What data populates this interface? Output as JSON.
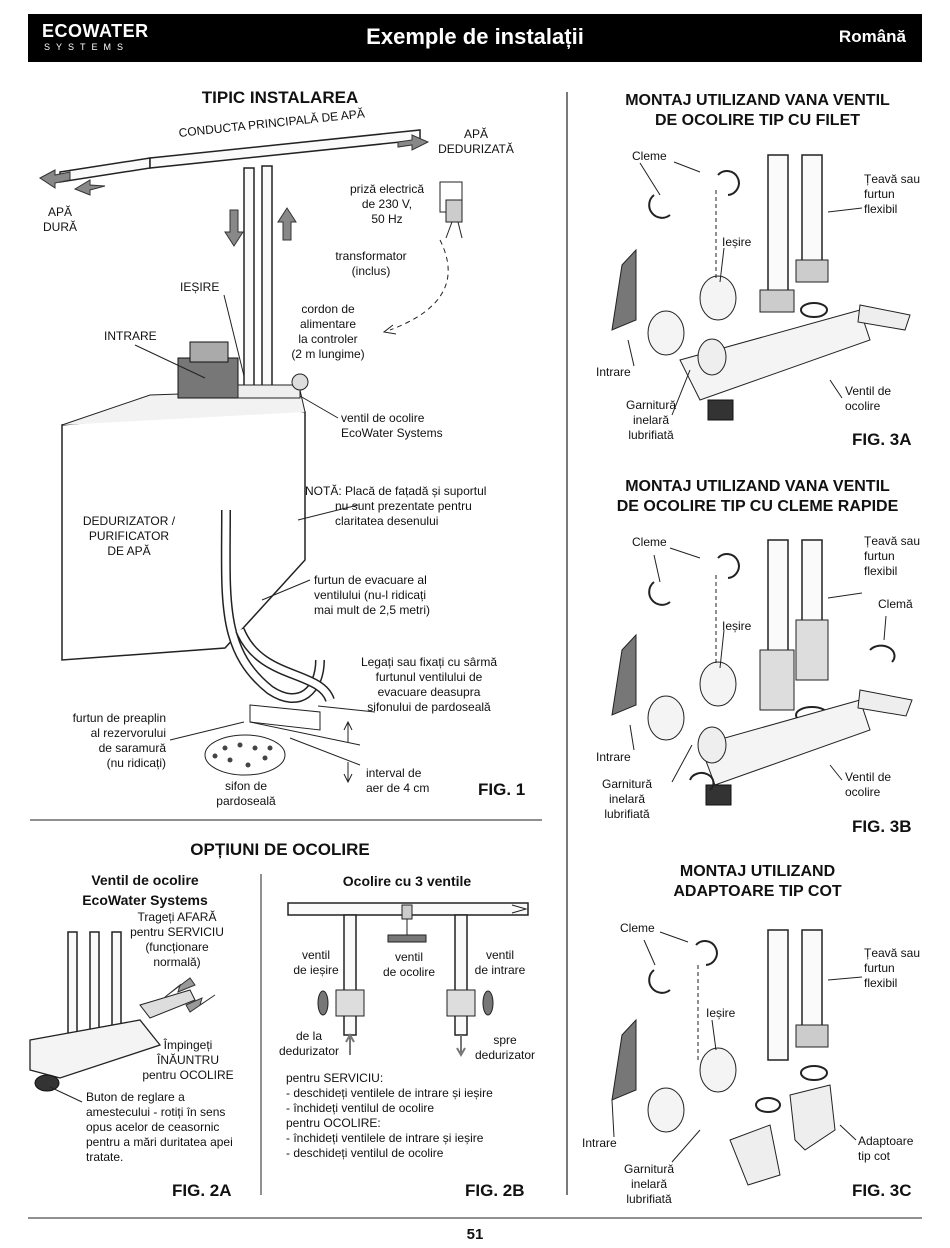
{
  "header": {
    "logo_main": "ECOWATER",
    "logo_sub": "SYSTEMS",
    "title": "Exemple de instalații",
    "language": "Română"
  },
  "fig1": {
    "title": "TIPIC INSTALAREA",
    "main_pipe": "CONDUCTA PRINCIPALĂ DE APĂ",
    "soft_water": "APĂ\nDEDURIZATĂ",
    "hard_water": "APĂ\nDURĂ",
    "outlet_socket": "priză electrică\nde 230 V,\n50 Hz",
    "transformer": "transformator\n(inclus)",
    "output": "IEȘIRE",
    "input": "INTRARE",
    "power_cord": "cordon de\nalimentare\nla controler\n(2 m lungime)",
    "bypass_valve": "ventil de ocolire\nEcoWater Systems",
    "note": "NOTĂ: Placă de fațadă și suportul\n         nu sunt prezentate pentru\n         claritatea desenului",
    "softener": "DEDURIZATOR /\nPURIFICATOR\nDE APĂ",
    "drain_hose": "furtun de evacuare al\nventilului (nu-l ridicați\nmai mult de 2,5 metri)",
    "tie_hose": "Legați sau fixați cu sârmă\nfurtunul ventilului de\nevacuare deasupra\nsifonului de pardoseală",
    "overflow_hose": "furtun de preaplin\nal rezervorului\nde saramură\n(nu ridicați)",
    "air_gap": "interval de\naer de 4 cm",
    "floor_drain": "sifon de\npardoseală",
    "fig_label": "FIG. 1"
  },
  "fig2": {
    "title": "OPȚIUNI DE OCOLIRE",
    "a_title": "Ventil de ocolire\nEcoWater Systems",
    "pull_out": "Trageți AFARĂ\npentru SERVICIU\n(funcționare\nnormală)",
    "push_in": "Împingeți\nÎNĂUNTRU\npentru OCOLIRE",
    "blend_knob": "Buton de reglare a\namestecului - rotiți în sens\nopus acelor de ceasornic\npentru a mări duritatea apei\ntratate.",
    "a_label": "FIG. 2A",
    "b_title": "Ocolire cu 3 ventile",
    "out_valve": "ventil\nde ieșire",
    "bypass_valve": "ventil\nde ocolire",
    "in_valve": "ventil\nde intrare",
    "from_softener": "de la\ndedurizator",
    "to_softener": "spre\ndedurizator",
    "instructions": "pentru SERVICIU:\n- deschideți ventilele de intrare și ieșire\n- închideți ventilul de ocolire\npentru OCOLIRE:\n- închideți ventilele de intrare și ieșire\n- deschideți ventilul de ocolire",
    "b_label": "FIG. 2B"
  },
  "fig3a": {
    "title": "MONTAJ UTILIZAND VANA VENTIL\nDE OCOLIRE TIP CU FILET",
    "clips": "Cleme",
    "pipe": "Țeavă sau\nfurtun\nflexibil",
    "output": "Ieșire",
    "input": "Intrare",
    "oring": "Garnitură\ninelară\nlubrifiată",
    "bypass": "Ventil de\nocolire",
    "label": "FIG. 3A"
  },
  "fig3b": {
    "title": "MONTAJ UTILIZAND VANA VENTIL\nDE OCOLIRE TIP CU CLEME RAPIDE",
    "clips": "Cleme",
    "pipe": "Țeavă sau\nfurtun\nflexibil",
    "clip": "Clemă",
    "output": "Ieșire",
    "input": "Intrare",
    "oring": "Garnitură\ninelară\nlubrifiată",
    "bypass": "Ventil de\nocolire",
    "label": "FIG. 3B"
  },
  "fig3c": {
    "title": "MONTAJ UTILIZAND\nADAPTOARE TIP COT",
    "clips": "Cleme",
    "pipe": "Țeavă sau\nfurtun\nflexibil",
    "output": "Ieșire",
    "input": "Intrare",
    "oring": "Garnitură\ninelară\nlubrifiată",
    "adapters": "Adaptoare\ntip cot",
    "label": "FIG. 3C"
  },
  "footer": {
    "page_number": "51"
  }
}
